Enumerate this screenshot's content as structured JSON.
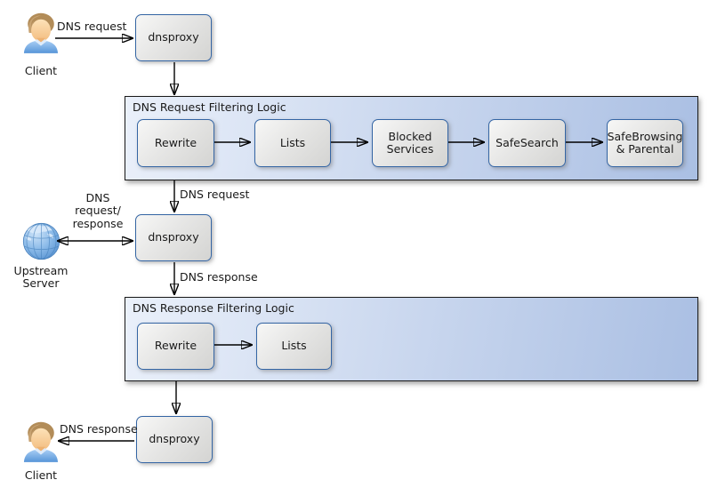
{
  "palette": {
    "container_fill_left": "#eaf0fa",
    "container_fill_right": "#aabfe3",
    "container_border": "#1a1a1a",
    "node_fill_light": "#f7f7f6",
    "node_fill_dark": "#d4d4d2",
    "node_border": "#3465a4",
    "arrow_color": "#000000",
    "text_color": "#1a1a1a",
    "globe_blue": "#7fb0e0",
    "shirt_blue": "#5795d8",
    "hair_brown": "#b28c58"
  },
  "nodes": {
    "client_top": "Client",
    "dnsproxy_top": "dnsproxy",
    "upstream_server": "Upstream\nServer",
    "dnsproxy_middle": "dnsproxy",
    "dnsproxy_bottom": "dnsproxy",
    "client_bottom": "Client"
  },
  "groups": {
    "request": {
      "title": "DNS Request Filtering Logic",
      "steps": [
        "Rewrite",
        "Lists",
        "Blocked\nServices",
        "SafeSearch",
        "SafeBrowsing\n& Parental"
      ]
    },
    "response": {
      "title": "DNS Response Filtering Logic",
      "steps": [
        "Rewrite",
        "Lists"
      ]
    }
  },
  "edges": {
    "client_request": "DNS request",
    "filtered_request": "DNS request",
    "upstream_exchange": "DNS\nrequest/\nresponse",
    "proxy_response": "DNS response",
    "client_response": "DNS response"
  }
}
